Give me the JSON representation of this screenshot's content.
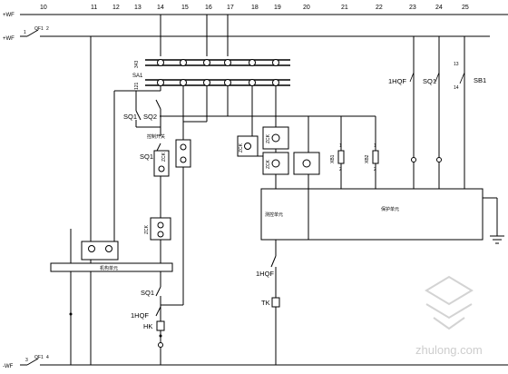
{
  "column_numbers": [
    "10",
    "11",
    "12",
    "13",
    "14",
    "15",
    "16",
    "17",
    "18",
    "19",
    "20",
    "21",
    "22",
    "23",
    "24",
    "25"
  ],
  "buses": {
    "top_plus": "+WF",
    "second_minus": "+WF",
    "bottom_minus": "-WF",
    "qf1_upper_left": "1",
    "qf1_upper_name": "QF1",
    "qf1_upper_right": "2",
    "qf1_lower_left": "3",
    "qf1_lower_name": "QF1",
    "qf1_lower_right": "4"
  },
  "terminal_row": {
    "top_label": "343",
    "bottom_label": "121",
    "device": "SA1"
  },
  "components": {
    "sq1_left": "SQ1",
    "sq2": "SQ2",
    "small_label_a": "控制开关",
    "sq1_mid": "SQ1",
    "zck_mid": "ZCK",
    "zck_right_upper": "ZCK",
    "zck_right_lower": "ZCK",
    "zck_left_lower": "ZCK",
    "zck_left_box": "ZCK",
    "xb1": "XB1",
    "xb2": "XB2",
    "xb_pin_1": "1",
    "xb_pin_2": "1",
    "xb_pin_3": "2",
    "xb_pin_4": "2",
    "hqf_right": "1HQF",
    "sq_right": "SQ1",
    "sb1": "SB1",
    "sb1_pin_13": "13",
    "sb1_pin_14": "14",
    "protection_left": "测控单元",
    "protection_right": "保护单元",
    "mech_bar": "机构单元",
    "hqf_mid": "1HQF",
    "tk": "TK",
    "sq_bottom": "SQ1",
    "hqf_bottom": "1HQF",
    "hk": "HK"
  },
  "watermark": "zhulong.com"
}
